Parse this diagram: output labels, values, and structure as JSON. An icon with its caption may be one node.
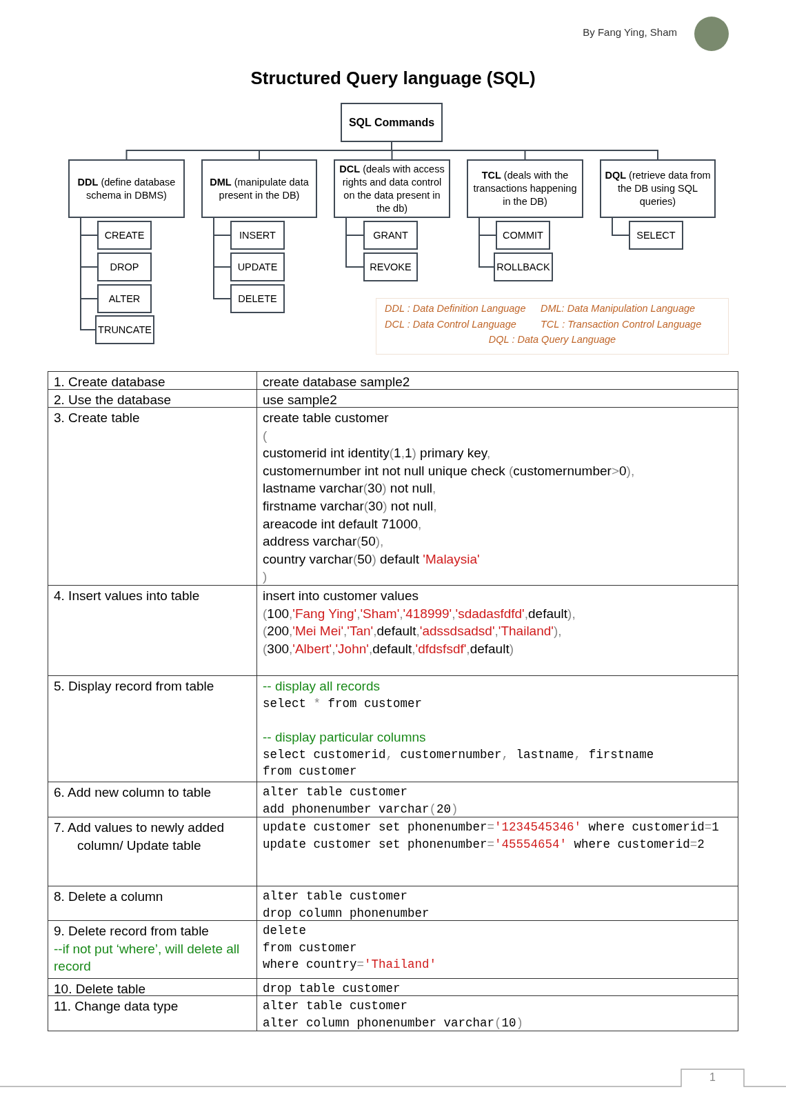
{
  "diagram": {
    "title": "Structured Query language (SQL)",
    "nodes": [
      {
        "text": [
          "SQL Commands"
        ]
      },
      {
        "text": [
          "**DDL** (define database schema in DBMS)"
        ]
      },
      {
        "text": [
          "**DML** (manipulate data present in the DB)"
        ]
      },
      {
        "text": [
          "**DCL** (deals with access rights and data control on the data present in the db)"
        ]
      },
      {
        "text": [
          "**TCL** (deals with the transactions happening in the DB)"
        ]
      },
      {
        "text": [
          "**DQL** (retrieve data from the DB using SQL queries)"
        ]
      },
      {
        "text": [
          "CREATE"
        ]
      },
      {
        "text": [
          "DROP"
        ]
      },
      {
        "text": [
          "ALTER"
        ]
      },
      {
        "text": [
          "TRUNCATE"
        ]
      },
      {
        "text": [
          "INSERT"
        ]
      },
      {
        "text": [
          "UPDATE"
        ]
      },
      {
        "text": [
          "DELETE"
        ]
      },
      {
        "text": [
          "GRANT"
        ]
      },
      {
        "text": [
          "REVOKE"
        ]
      },
      {
        "text": [
          "COMMIT"
        ]
      },
      {
        "text": [
          "ROLLBACK"
        ]
      },
      {
        "text": [
          "SELECT"
        ]
      }
    ],
    "edges": [
      {
        "from": 0,
        "to": 1,
        "arrow": "none"
      },
      {
        "from": 0,
        "to": 2,
        "arrow": "none"
      },
      {
        "from": 0,
        "to": 3,
        "arrow": "none"
      },
      {
        "from": 0,
        "to": 4,
        "arrow": "none"
      },
      {
        "from": 0,
        "to": 5,
        "arrow": "none"
      },
      {
        "from": 1,
        "to": 6,
        "arrow": "none"
      },
      {
        "from": 1,
        "to": 7,
        "arrow": "none"
      },
      {
        "from": 1,
        "to": 8,
        "arrow": "none"
      },
      {
        "from": 1,
        "to": 9,
        "arrow": "none"
      },
      {
        "from": 2,
        "to": 10,
        "arrow": "none"
      },
      {
        "from": 2,
        "to": 11,
        "arrow": "none"
      },
      {
        "from": 2,
        "to": 12,
        "arrow": "none"
      },
      {
        "from": 3,
        "to": 13,
        "arrow": "none"
      },
      {
        "from": 3,
        "to": 14,
        "arrow": "none"
      },
      {
        "from": 4,
        "to": 15,
        "arrow": "none"
      },
      {
        "from": 4,
        "to": 16,
        "arrow": "none"
      },
      {
        "from": 5,
        "to": 17,
        "arrow": "none"
      }
    ],
    "labels": [
      "By Fang Ying, Sham",
      "DDL : Data Definition Language",
      "DML: Data Manipulation Language",
      "DCL : Data Control Language",
      "TCL : Transaction Control Language",
      "DQL : Data Query Language",
      "1. Create database",
      "create database sample2",
      "2. Use the database",
      "use sample2",
      "3. Create table",
      "create table customer",
      "(",
      "customerid int identity(1,1) primary key,",
      "customernumber int not null unique check (customernumber>0),",
      "lastname varchar(30) not null,",
      "firstname varchar(30) not null,",
      "areacode int default 71000,",
      "address varchar(50),",
      "country varchar(50) default 'Malaysia'",
      ")",
      "4. Insert values into table",
      "insert into customer values",
      "(100,'Fang Ying','Sham','418999','sdadasfdfd',default),",
      "(200,'Mei Mei','Tan',default,'adssdsadsd','Thailand'),",
      "(300,'Albert','John',default,'dfdsfsdf',default)",
      "5. Display record from table",
      "-- display all records",
      "select * from customer",
      "-- display particular columns",
      "select customerid, customernumber, lastname, firstname",
      "from customer",
      "6. Add new column to table",
      "alter table customer",
      "add phonenumber varchar(20)",
      "7. Add values to newly added column/ Update table",
      "update customer set phonenumber='1234545346' where customerid=1",
      "update customer set phonenumber='45554654' where customerid=2",
      "8. Delete a column",
      "alter table customer",
      "drop column phonenumber",
      "9. Delete record from table",
      "--if not put ‘where’, will delete all record",
      "delete",
      "from customer",
      "where country='Thailand'",
      "10. Delete table",
      "drop table customer",
      "11. Change data type",
      "alter table customer",
      "alter column phonenumber varchar(10)",
      "1"
    ]
  }
}
